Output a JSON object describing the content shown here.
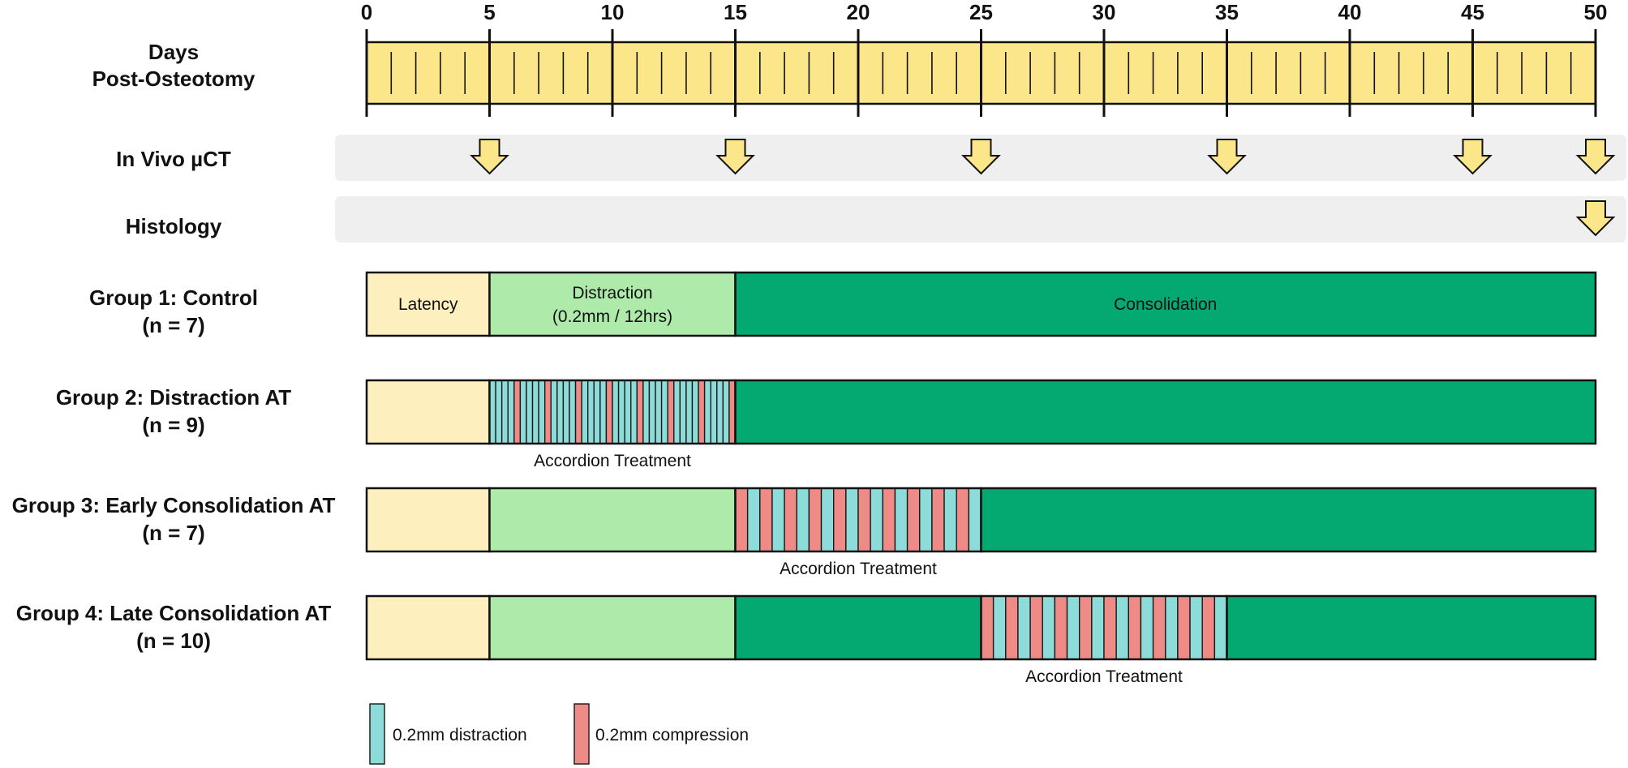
{
  "axis": {
    "label_line1": "Days",
    "label_line2": "Post-Osteotomy",
    "min": 0,
    "max": 50,
    "major_ticks": [
      0,
      5,
      10,
      15,
      20,
      25,
      30,
      35,
      40,
      45,
      50
    ],
    "minor_tick_step": 1,
    "fill": "#fce68a"
  },
  "imaging": [
    {
      "label": "In Vivo µCT",
      "days": [
        5,
        15,
        25,
        35,
        45,
        50
      ]
    },
    {
      "label": "Histology",
      "days": [
        50
      ]
    }
  ],
  "groups": [
    {
      "label_line1": "Group 1: Control",
      "label_line2": "(n = 7)",
      "segments": [
        {
          "start": 0,
          "end": 5,
          "type": "latency",
          "label": "Latency"
        },
        {
          "start": 5,
          "end": 15,
          "type": "distraction",
          "label": "Distraction",
          "label_line2": "(0.2mm / 12hrs)"
        },
        {
          "start": 15,
          "end": 50,
          "type": "consolidation",
          "label": "Consolidation"
        }
      ]
    },
    {
      "label_line1": "Group 2: Distraction AT",
      "label_line2": "(n = 9)",
      "segments": [
        {
          "start": 0,
          "end": 5,
          "type": "latency"
        },
        {
          "start": 5,
          "end": 15,
          "type": "accordion",
          "stripes": 40,
          "pattern": "blue4-red1",
          "caption": "Accordion Treatment"
        },
        {
          "start": 15,
          "end": 50,
          "type": "consolidation"
        }
      ]
    },
    {
      "label_line1": "Group 3: Early Consolidation AT",
      "label_line2": "(n = 7)",
      "segments": [
        {
          "start": 0,
          "end": 5,
          "type": "latency"
        },
        {
          "start": 5,
          "end": 15,
          "type": "distraction"
        },
        {
          "start": 15,
          "end": 25,
          "type": "accordion",
          "stripes": 20,
          "pattern": "alternate",
          "caption": "Accordion Treatment"
        },
        {
          "start": 25,
          "end": 50,
          "type": "consolidation"
        }
      ]
    },
    {
      "label_line1": "Group 4: Late Consolidation AT",
      "label_line2": "(n = 10)",
      "segments": [
        {
          "start": 0,
          "end": 5,
          "type": "latency"
        },
        {
          "start": 5,
          "end": 15,
          "type": "distraction"
        },
        {
          "start": 15,
          "end": 25,
          "type": "consolidation"
        },
        {
          "start": 25,
          "end": 35,
          "type": "accordion",
          "stripes": 20,
          "pattern": "alternate",
          "caption": "Accordion Treatment"
        },
        {
          "start": 35,
          "end": 50,
          "type": "consolidation"
        }
      ]
    }
  ],
  "legend": [
    {
      "label": "0.2mm distraction",
      "color": "#8edcd9"
    },
    {
      "label": "0.2mm compression",
      "color": "#ee8b86"
    }
  ],
  "colors": {
    "latency": "#fdefbe",
    "distraction": "#aeebab",
    "consolidation": "#04a971",
    "stripe_distraction": "#8edcd9",
    "stripe_compression": "#ee8b86",
    "arrow": "#fce68a",
    "imaging_band": "#efefef"
  }
}
